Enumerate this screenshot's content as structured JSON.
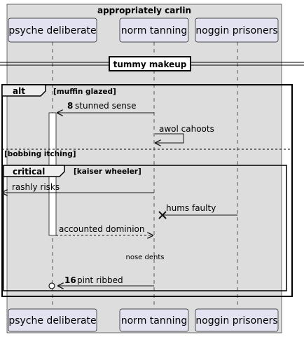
{
  "box": {
    "title": "appropriately carlin"
  },
  "participants": [
    {
      "name": "psyche deliberate"
    },
    {
      "name": "norm tanning"
    },
    {
      "name": "noggin prisoners"
    }
  ],
  "divider": {
    "label": "tummy makeup"
  },
  "alt": {
    "keyword": "alt",
    "condition": "[muffin glazed]",
    "else_condition": "[bobbing itching]"
  },
  "critical": {
    "keyword": "critical",
    "condition": "[kaiser wheeler]"
  },
  "messages": [
    {
      "number": "8",
      "text": "stunned sense"
    },
    {
      "number": "",
      "text": "awol cahoots"
    },
    {
      "number": "",
      "text": "rashly risks"
    },
    {
      "number": "",
      "text": "hums faulty"
    },
    {
      "number": "",
      "text": "accounted dominion"
    },
    {
      "number": "16",
      "text": "pint ribbed"
    }
  ],
  "delay": {
    "text": "nose dents"
  },
  "colors": {
    "participant_fill": "#e2e2f0",
    "box_fill": "#dddddd",
    "activation_fill": "#ffffff"
  }
}
